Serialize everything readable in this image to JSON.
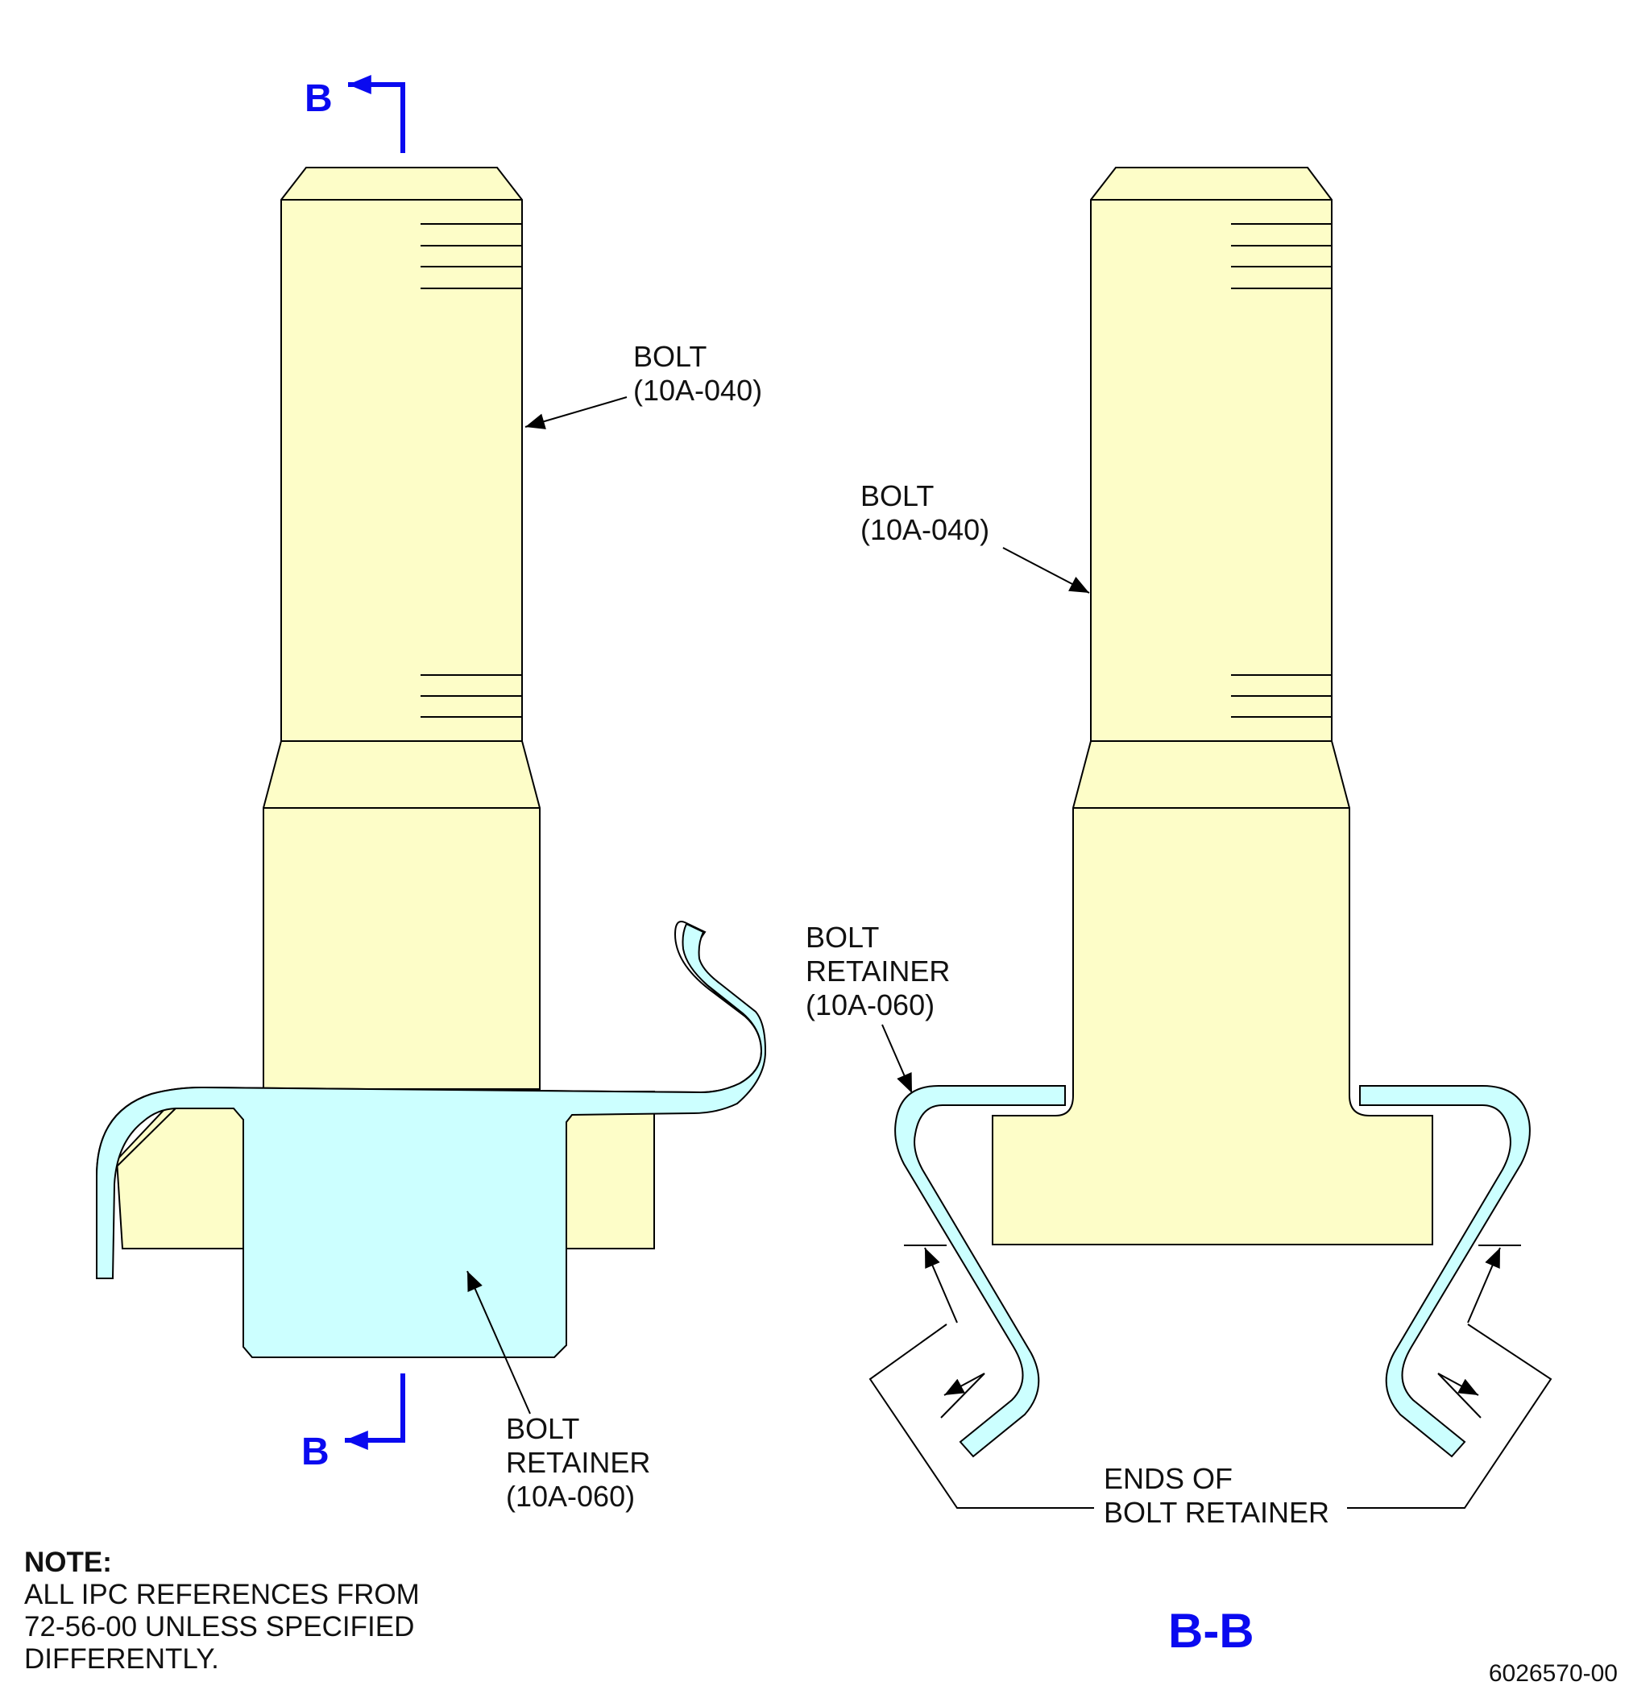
{
  "colors": {
    "bolt": "#FDFDC8",
    "retainer": "#CCFFFF",
    "section": "#0A0AF0",
    "line": "#000000"
  },
  "left_view": {
    "bolt_label": [
      "BOLT",
      "(10A-040)"
    ],
    "retainer_label": [
      "BOLT",
      "RETAINER",
      "(10A-060)"
    ],
    "section_marker_top": "B",
    "section_marker_bottom": "B"
  },
  "section_view": {
    "bolt_label": [
      "BOLT",
      "(10A-040)"
    ],
    "retainer_label": [
      "BOLT",
      "RETAINER",
      "(10A-060)"
    ],
    "ends_label": [
      "ENDS OF",
      "BOLT RETAINER"
    ],
    "title": "B-B"
  },
  "note": {
    "heading": "NOTE:",
    "lines": [
      "ALL IPC REFERENCES FROM",
      "72-56-00 UNLESS SPECIFIED",
      "DIFFERENTLY."
    ]
  },
  "figure_id": "6026570-00"
}
